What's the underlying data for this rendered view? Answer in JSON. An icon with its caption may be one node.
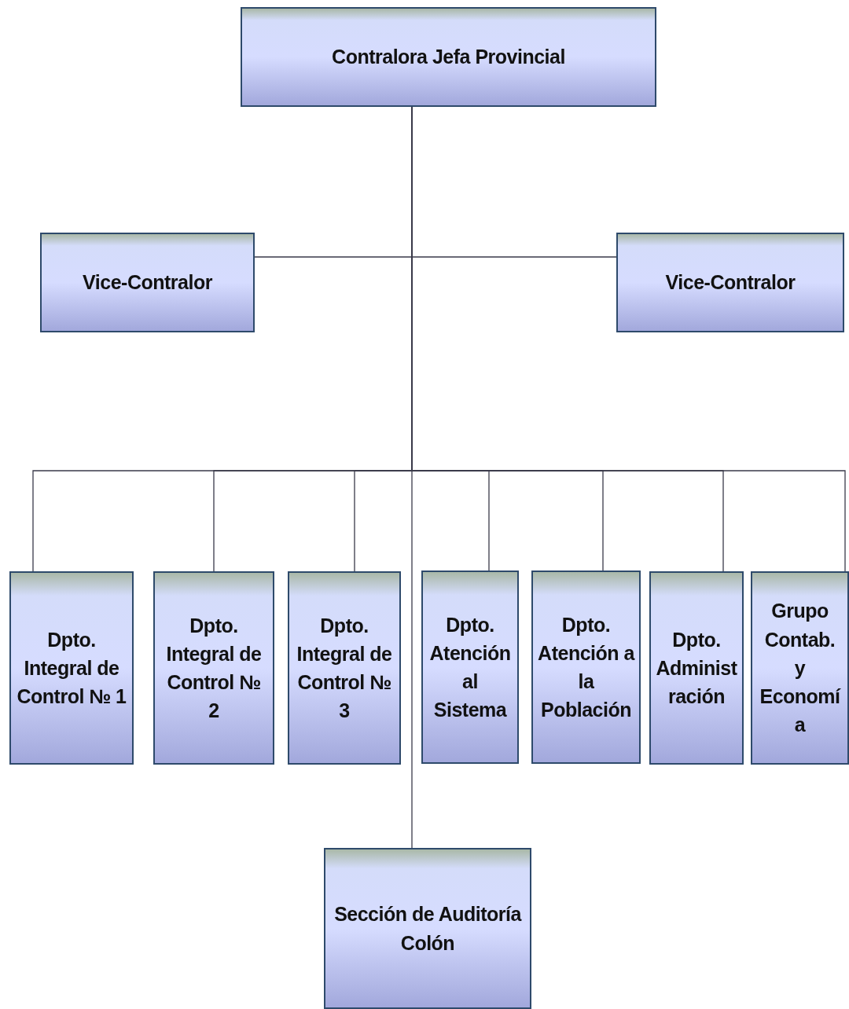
{
  "diagram": {
    "nodes": [
      {
        "text": [
          "Contralora Jefa Provincial"
        ]
      },
      {
        "text": [
          "Vice-Contralor"
        ]
      },
      {
        "text": [
          "Vice-Contralor"
        ]
      },
      {
        "text": [
          "Dpto. Integral de Control № 1"
        ]
      },
      {
        "text": [
          "Dpto. Integral de Control № 2"
        ]
      },
      {
        "text": [
          "Dpto. Integral de Control № 3"
        ]
      },
      {
        "text": [
          "Dpto. Atención al Sistema"
        ]
      },
      {
        "text": [
          "Dpto. Atención a la Población"
        ]
      },
      {
        "text": [
          "Dpto. Administración"
        ]
      },
      {
        "text": [
          "Grupo Contab. y Economía"
        ]
      },
      {
        "text": [
          "Sección de Auditoría Colón"
        ]
      }
    ],
    "edges": [
      {
        "from": 0,
        "to": 1,
        "arrow": "none"
      },
      {
        "from": 0,
        "to": 2,
        "arrow": "none"
      },
      {
        "from": 0,
        "to": 3,
        "arrow": "none"
      },
      {
        "from": 0,
        "to": 4,
        "arrow": "none"
      },
      {
        "from": 0,
        "to": 5,
        "arrow": "none"
      },
      {
        "from": 0,
        "to": 6,
        "arrow": "none"
      },
      {
        "from": 0,
        "to": 7,
        "arrow": "none"
      },
      {
        "from": 0,
        "to": 8,
        "arrow": "none"
      },
      {
        "from": 0,
        "to": 9,
        "arrow": "none"
      },
      {
        "from": 0,
        "to": 10,
        "arrow": "none"
      }
    ]
  }
}
